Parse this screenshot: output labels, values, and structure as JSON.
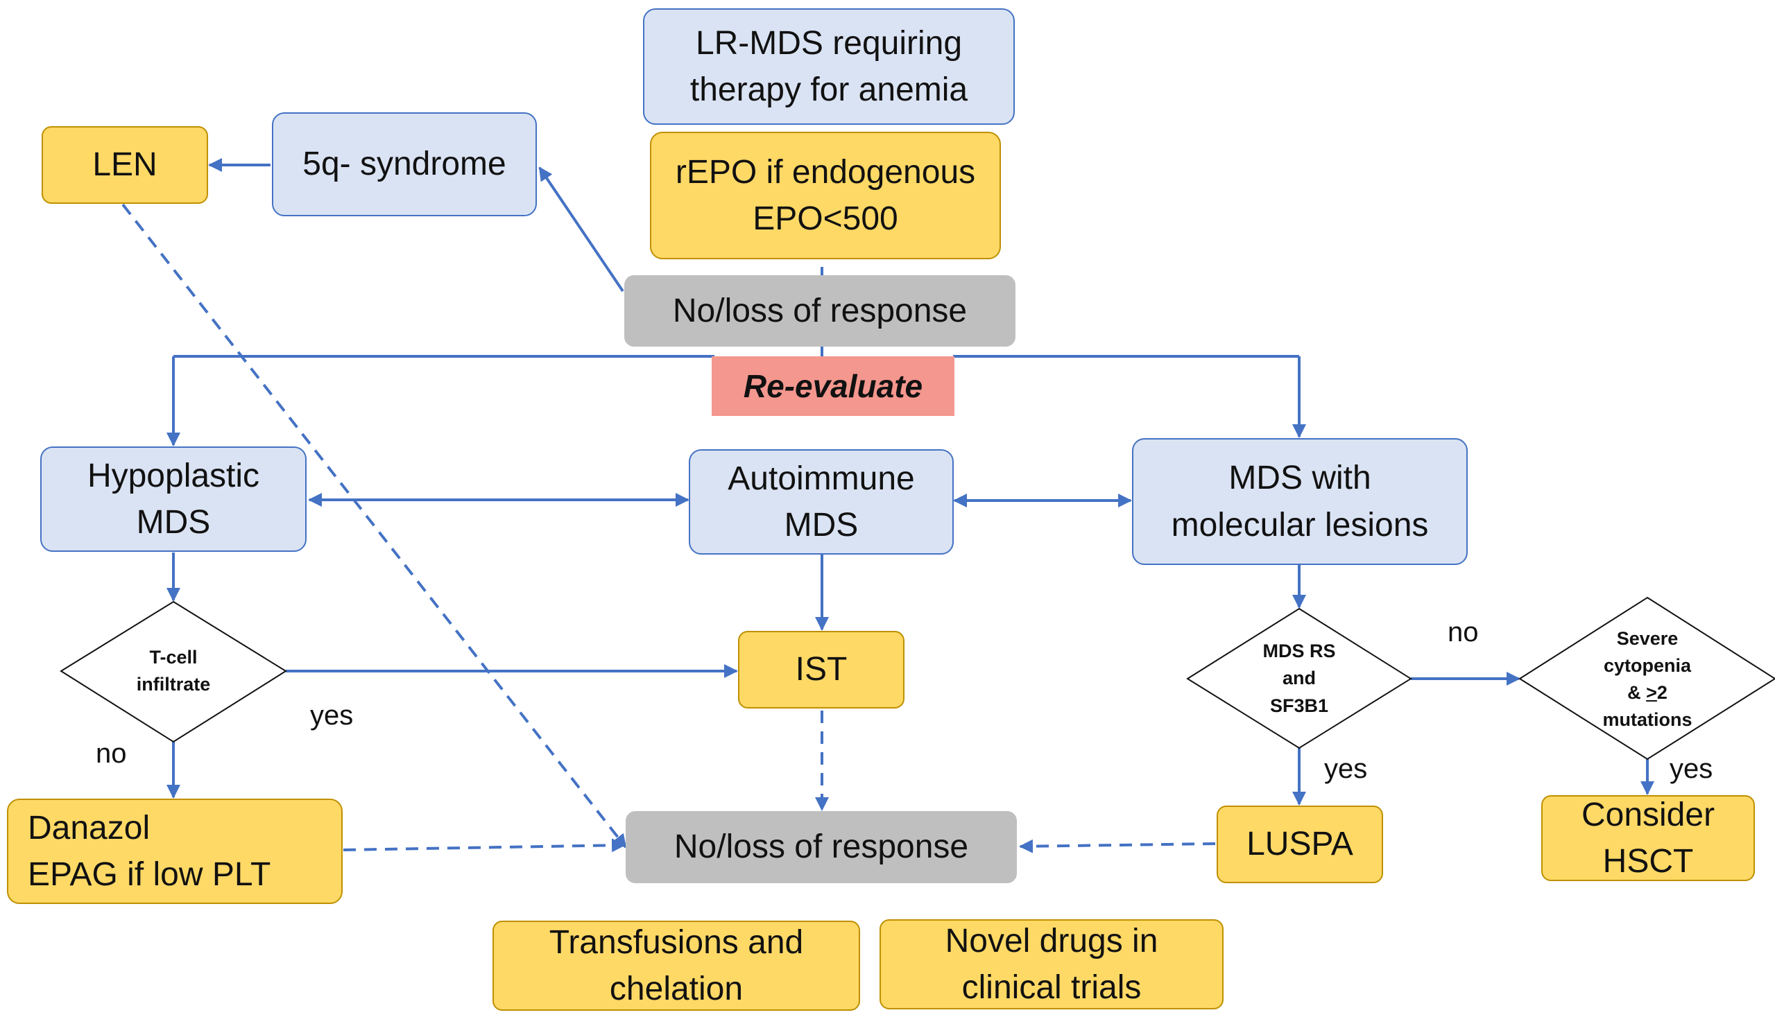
{
  "nodes": {
    "start": [
      "LR-MDS requiring",
      "therapy for anemia"
    ],
    "repo": [
      "rEPO if endogenous",
      "EPO<500"
    ],
    "no_response_top": "No/loss of response",
    "syndrome_5q": "5q- syndrome",
    "len": "LEN",
    "reevaluate": "Re-evaluate",
    "hypoplastic": [
      "Hypoplastic",
      "MDS"
    ],
    "autoimmune": [
      "Autoimmune",
      "MDS"
    ],
    "molecular": [
      "MDS with",
      "molecular lesions"
    ],
    "tcell": [
      "T-cell",
      "infiltrate"
    ],
    "ist": "IST",
    "mds_rs": [
      "MDS RS",
      "and",
      "SF3B1"
    ],
    "severe": {
      "line1": "Severe",
      "line2": "cytopenia",
      "line3_prefix": "& ",
      "line3_underlined": ">",
      "line3_suffix": "2",
      "line4": "mutations"
    },
    "danazol": [
      "Danazol",
      "EPAG if low PLT"
    ],
    "no_response_bottom": "No/loss of response",
    "luspa": "LUSPA",
    "hsct": [
      "Consider",
      "HSCT"
    ],
    "transfusions": [
      "Transfusions and",
      "chelation"
    ],
    "novel": [
      "Novel drugs in",
      "clinical trials"
    ]
  },
  "edge_labels": {
    "tcell_yes": "yes",
    "tcell_no": "no",
    "mdsrs_no": "no",
    "mdsrs_yes": "yes",
    "severe_yes": "yes"
  },
  "colors": {
    "blue_fill": "#dae3f3",
    "blue_border": "#4472c4",
    "yellow_fill": "#ffd966",
    "yellow_border": "#bf9000",
    "gray_fill": "#bfbfbf",
    "pink_fill": "#f4978e",
    "connector": "#4472c4"
  }
}
